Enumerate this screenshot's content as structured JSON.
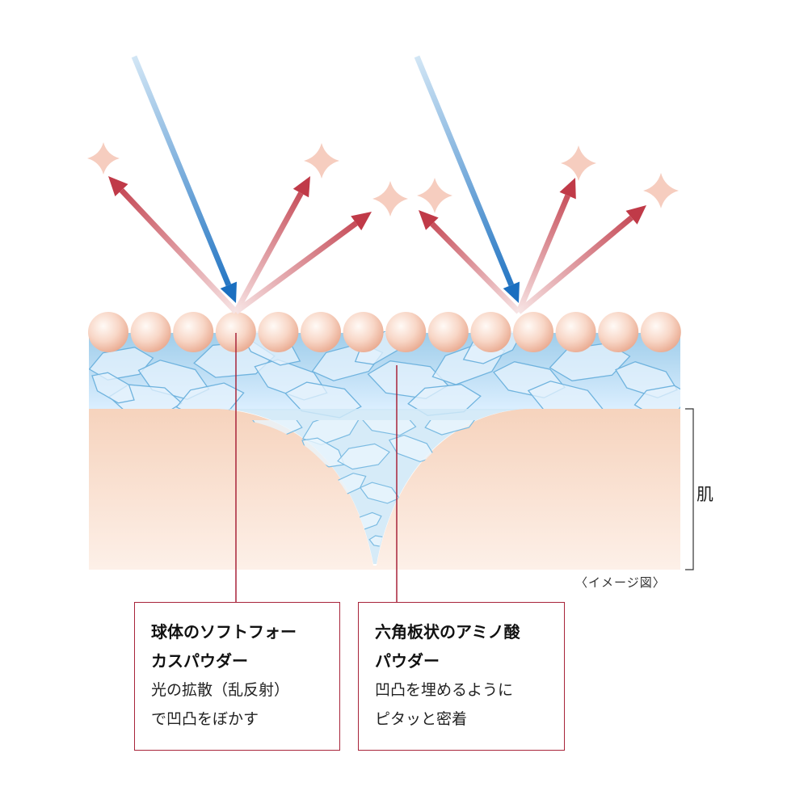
{
  "labels": {
    "skin": "肌",
    "image_note": "〈イメージ図〉"
  },
  "callouts": [
    {
      "title_lines": [
        "球体のソフトフォー",
        "カスパウダー"
      ],
      "desc_lines": [
        "光の拡散（乱反射）",
        "で凹凸をぼかす"
      ]
    },
    {
      "title_lines": [
        "六角板状のアミノ酸",
        "パウダー"
      ],
      "desc_lines": [
        "凹凸を埋めるように",
        "ピタッと密着"
      ]
    }
  ],
  "colors": {
    "incoming_light": "#1a6fc0",
    "reflected_light": "#c03a48",
    "sparkle": "#f6cdbf",
    "sphere": "#f5c9b5",
    "skin": "#f7d8c5",
    "crystal": "#bfe0f2",
    "callout_border": "#a8243a"
  }
}
